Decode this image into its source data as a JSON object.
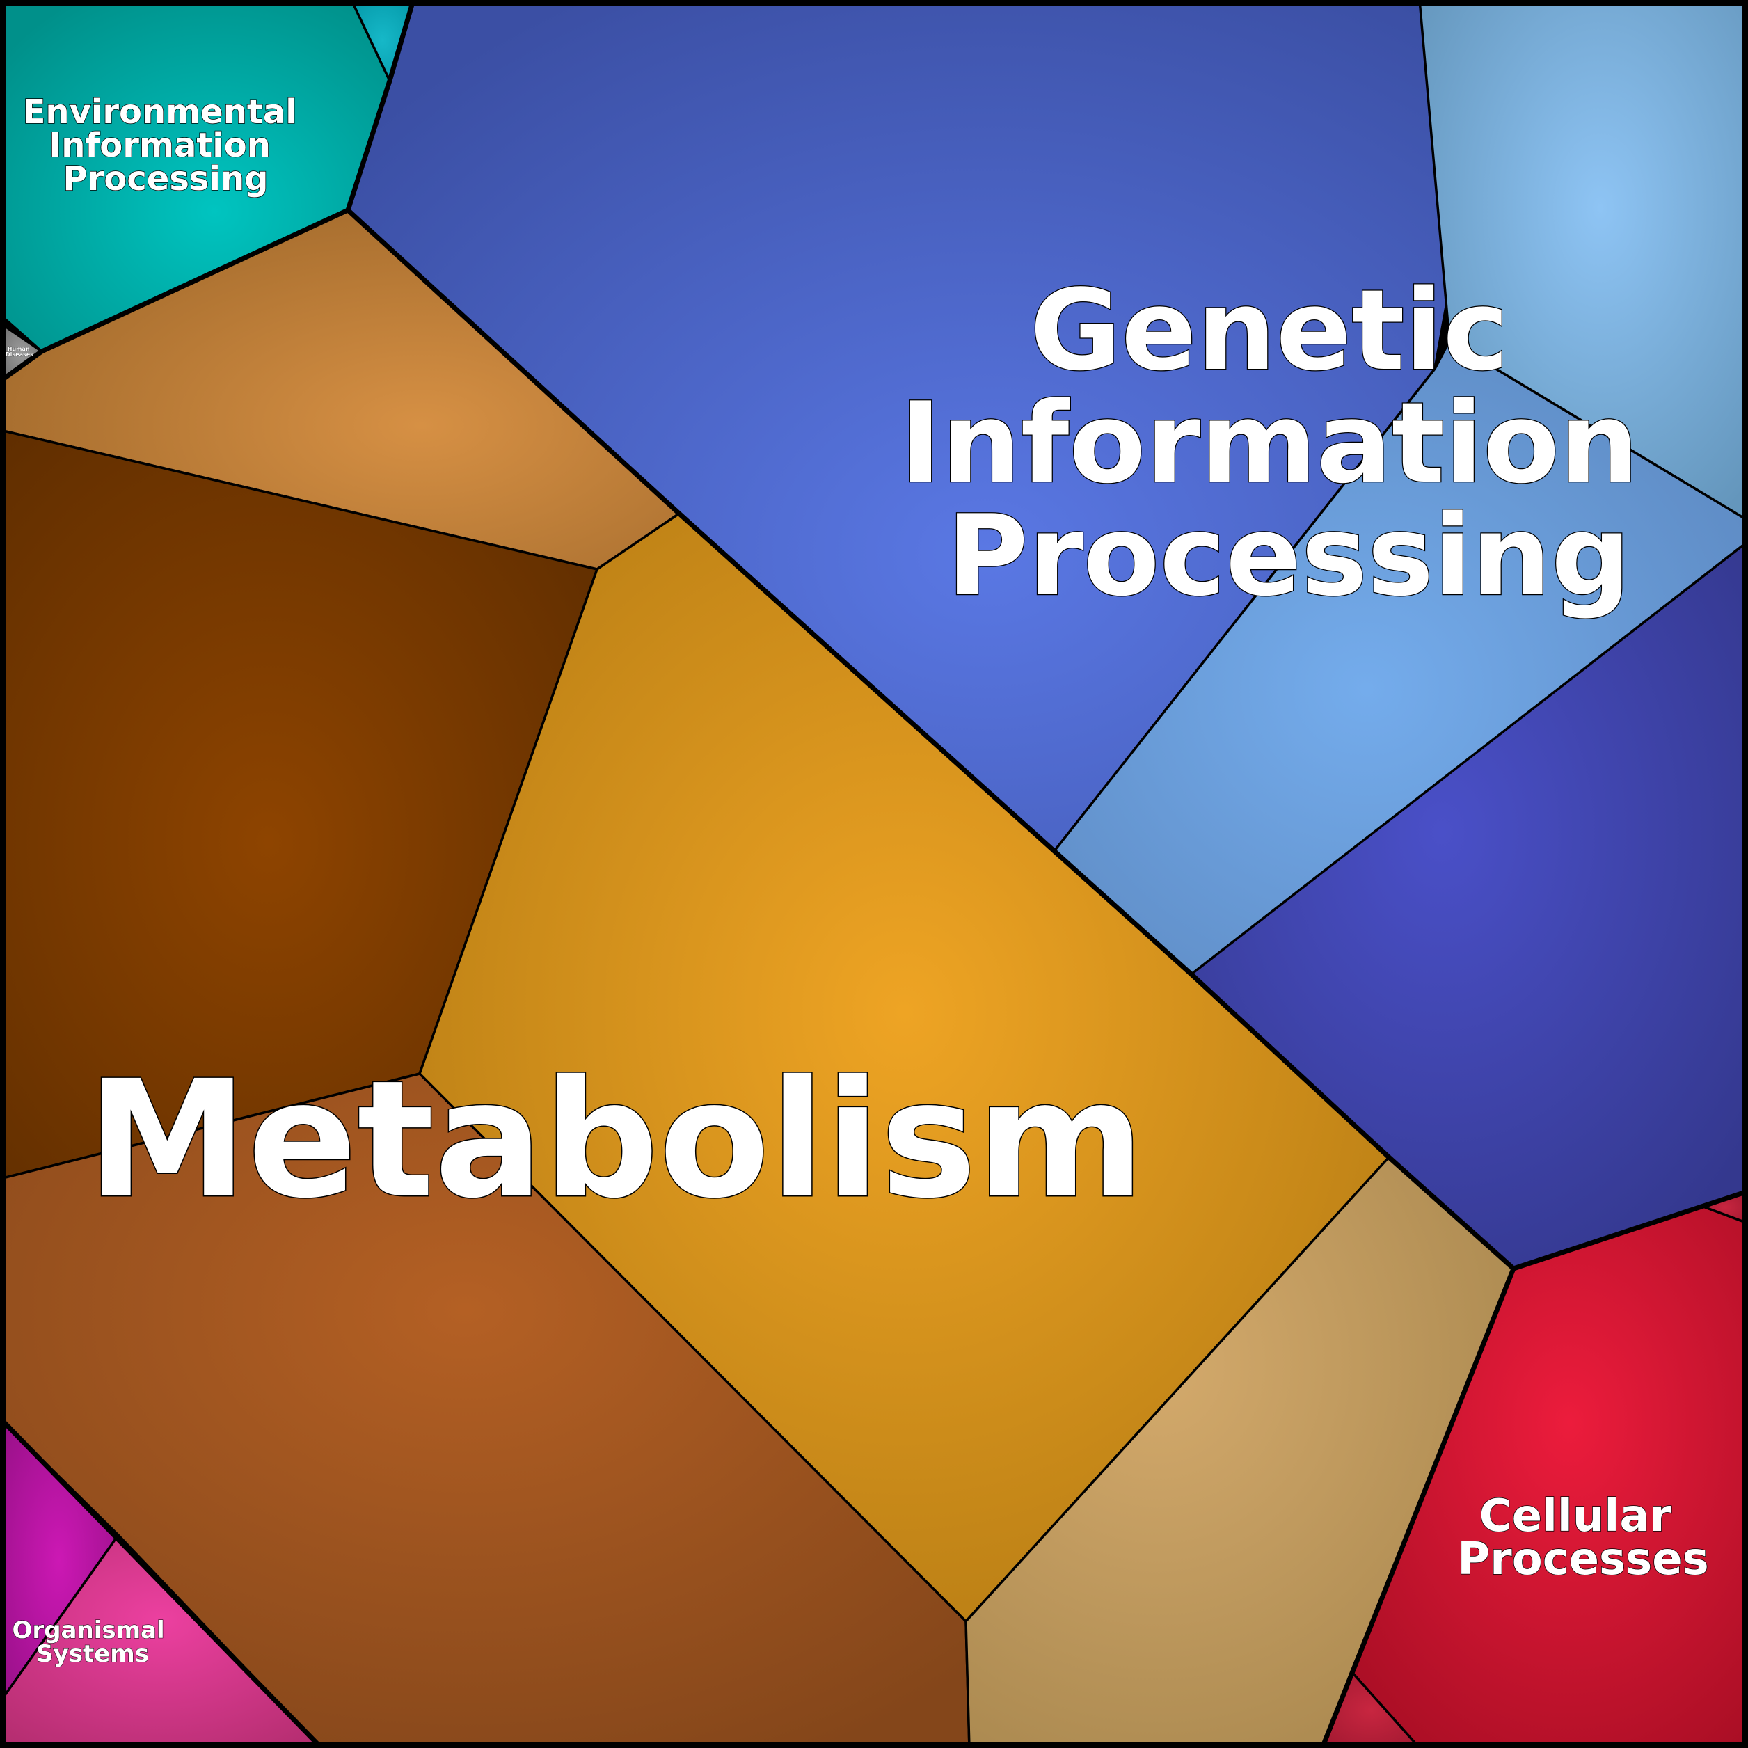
{
  "diagram": {
    "type": "voronoi-treemap",
    "categories": [
      {
        "id": "metabolism",
        "label_lines": [
          "Metabolism"
        ],
        "color": "#e0a020"
      },
      {
        "id": "genetic",
        "label_lines": [
          "Genetic",
          "Information",
          "Processing"
        ],
        "color": "#4a67d4"
      },
      {
        "id": "environmental",
        "label_lines": [
          "Environmental",
          "Information",
          "Processing"
        ],
        "color": "#00a6a0"
      },
      {
        "id": "cellular",
        "label_lines": [
          "Cellular",
          "Processes"
        ],
        "color": "#d8183a"
      },
      {
        "id": "organismal",
        "label_lines": [
          "Organismal",
          "Systems"
        ],
        "color": "#c21aa8"
      },
      {
        "id": "human-diseases",
        "label_lines": [
          "Human",
          "Diseases"
        ],
        "color": "#7a7a7a"
      }
    ]
  }
}
